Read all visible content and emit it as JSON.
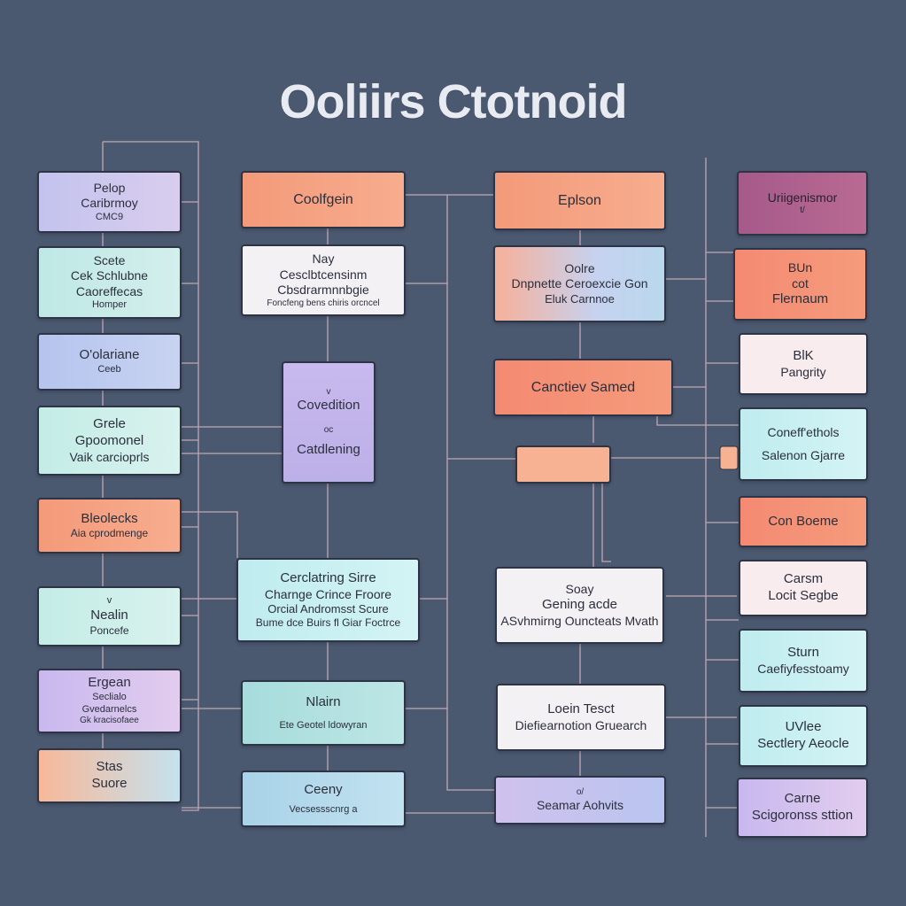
{
  "title": "Ooliirs Ctotnoid",
  "nodes": [
    {
      "id": "c1a",
      "lines": [
        "Pelop",
        "Caribrmoy",
        "CMC9"
      ]
    },
    {
      "id": "c1b",
      "lines": [
        "Scete",
        "Cek Schlubne",
        "Caoreffecas",
        "Homper"
      ]
    },
    {
      "id": "c1c",
      "lines": [
        "O'olariane",
        "Ceeb"
      ]
    },
    {
      "id": "c1d",
      "lines": [
        "Grele",
        "Gpoomonel",
        "Vaik carcioprls"
      ]
    },
    {
      "id": "c1e",
      "lines": [
        "Bleolecks",
        "Aia cprodmenge"
      ]
    },
    {
      "id": "c1f",
      "lines": [
        "v",
        "Nealin",
        "Poncefe"
      ]
    },
    {
      "id": "c1g",
      "lines": [
        "Ergean",
        "Seclialo",
        "Gvedarnelcs",
        "Gk kracisofaee"
      ]
    },
    {
      "id": "c1h",
      "lines": [
        "Stas",
        "Suore"
      ]
    },
    {
      "id": "c2a",
      "lines": [
        "Coolfgein"
      ]
    },
    {
      "id": "c2b",
      "lines": [
        "Nay",
        "Cesclbtcensinm",
        "Cbsdrarmnnbgie",
        "Foncfeng bens chiris orcncel"
      ]
    },
    {
      "id": "c2c",
      "lines": [
        "v",
        "Covedition",
        "oc",
        "Catdlening"
      ]
    },
    {
      "id": "c2d",
      "lines": [
        "Cerclatring Sirre",
        "Charnge Crince Froore",
        "Orcial Andromsst Scure",
        "Bume dce Buirs fl Giar Foctrce"
      ]
    },
    {
      "id": "c2e",
      "lines": [
        "Nlairn",
        "Ete Geotel ldowyran"
      ]
    },
    {
      "id": "c2f",
      "lines": [
        "Ceeny",
        "Vecsessscnrg a"
      ]
    },
    {
      "id": "c3a",
      "lines": [
        "Eplson"
      ]
    },
    {
      "id": "c3b",
      "lines": [
        "Oolre",
        "Dnpnette Ceroexcie Gon",
        "Eluk Carnnoe"
      ]
    },
    {
      "id": "c3c",
      "lines": [
        "Canctiev Samed"
      ]
    },
    {
      "id": "c3d",
      "lines": []
    },
    {
      "id": "c3e",
      "lines": [
        "Soay",
        "Gening acde",
        "ASvhmirng Ouncteats Mvath"
      ]
    },
    {
      "id": "c3f",
      "lines": [
        "Loein Tesct",
        "Diefiearnotion Gruearch"
      ]
    },
    {
      "id": "c3g",
      "lines": [
        "o/",
        "Seamar Aohvits"
      ]
    },
    {
      "id": "c4a",
      "lines": [
        "Uriigenismor",
        "t/"
      ]
    },
    {
      "id": "c4b",
      "lines": [
        "BUn",
        "cot",
        "Flernaum"
      ]
    },
    {
      "id": "c4c",
      "lines": [
        "BlK",
        "Pangrity"
      ]
    },
    {
      "id": "c4d",
      "lines": [
        "Coneff'ethols",
        "Salenon Gjarre"
      ]
    },
    {
      "id": "c4e",
      "lines": [
        "Con Boeme"
      ]
    },
    {
      "id": "c4f",
      "lines": [
        "Carsm",
        "Locit Segbe"
      ]
    },
    {
      "id": "c4g",
      "lines": [
        "Sturn",
        "Caefiyfesstoamy"
      ]
    },
    {
      "id": "c4h",
      "lines": [
        "UVlee",
        "Sectlery Aeocle"
      ]
    },
    {
      "id": "c4i",
      "lines": [
        "Carne",
        "Scigoronss sttion"
      ]
    }
  ]
}
